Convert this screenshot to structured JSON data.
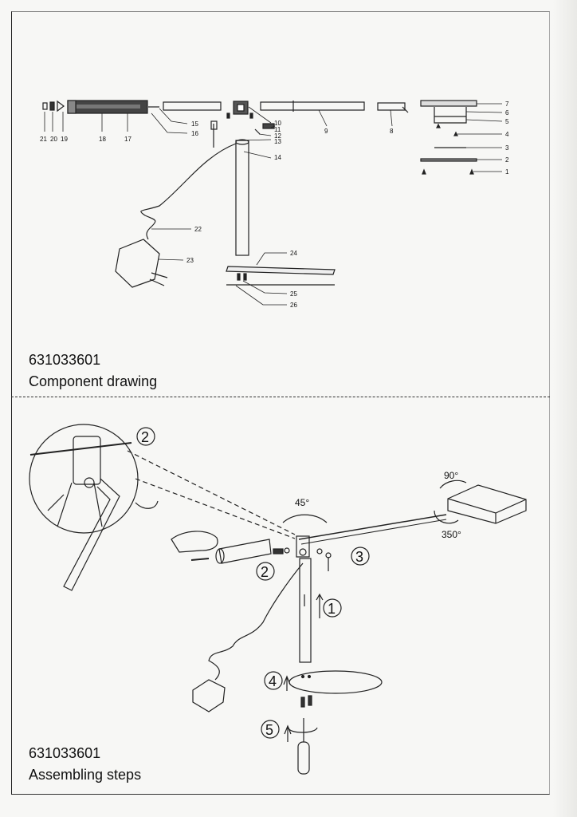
{
  "component_section": {
    "code": "631033601",
    "title": "Component drawing",
    "part_numbers": [
      "1",
      "2",
      "3",
      "4",
      "5",
      "6",
      "7",
      "8",
      "9",
      "10",
      "11",
      "12",
      "13",
      "14",
      "15",
      "16",
      "17",
      "18",
      "19",
      "20",
      "21",
      "22",
      "23",
      "24",
      "25",
      "26"
    ]
  },
  "assembly_section": {
    "code": "631033601",
    "title": "Assembling steps",
    "angles": {
      "tilt": "45°",
      "head_tilt": "90°",
      "head_rotate": "350°"
    },
    "steps": [
      "1",
      "2",
      "3",
      "4",
      "5"
    ],
    "detail_step": "2"
  }
}
